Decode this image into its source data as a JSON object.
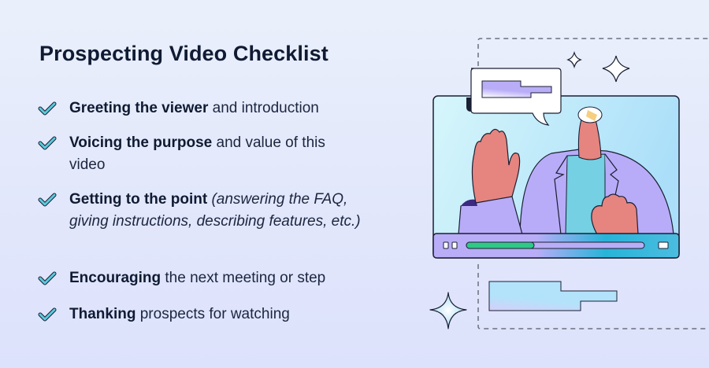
{
  "title": "Prospecting Video Checklist",
  "checklist": {
    "items": [
      {
        "bold": "Greeting the viewer",
        "rest": " and introduction",
        "italic": ""
      },
      {
        "bold": "Voicing the purpose",
        "rest": " and value of this video",
        "italic": ""
      },
      {
        "bold": "Getting to the point",
        "rest": " ",
        "italic": "(answering the FAQ, giving instructions, describing features, etc.)"
      },
      {
        "bold": "Encouraging",
        "rest": " the next meeting or step",
        "italic": ""
      },
      {
        "bold": "Thanking",
        "rest": " prospects for watching",
        "italic": ""
      }
    ],
    "check_icon": "checkmark-icon",
    "check_color": "#5cc9dc"
  },
  "illustration": {
    "video_frame": {
      "player_controls": [
        "pause-icon",
        "progress-bar",
        "fullscreen-icon"
      ],
      "progress_percent": 35,
      "progress_color": "#2ec986",
      "track_color": "#b9adf7",
      "screen_color": "#c3ecfb"
    },
    "speech_bubble_icon": "speech-bubble-icon",
    "sparkle_icons": [
      "sparkle-small-icon",
      "sparkle-large-icon",
      "sparkle-blue-icon"
    ],
    "colors": {
      "jacket": "#b8acf8",
      "shirt": "#74d0e2",
      "skin": "#e6847f",
      "outline": "#1a1f33",
      "dashed": "#6b7080"
    }
  }
}
